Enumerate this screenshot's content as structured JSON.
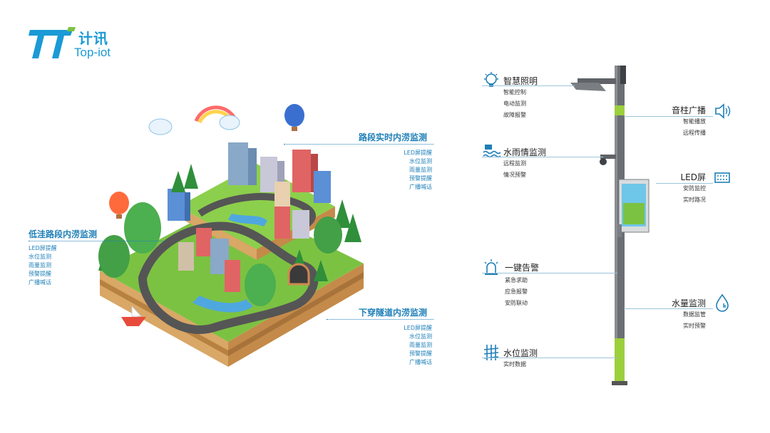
{
  "brand": {
    "name_cn": "计讯",
    "name_en": "Top-iot"
  },
  "callouts": {
    "road": {
      "title": "路段实时内涝监测",
      "items": [
        "LED屏提醒",
        "水位监测",
        "雨量监测",
        "预警提醒",
        "广播喊话"
      ]
    },
    "low": {
      "title": "低洼路段内涝监测",
      "items": [
        "LED屏提醒",
        "水位监测",
        "雨量监测",
        "预警提醒",
        "广播喊话"
      ]
    },
    "tunnel": {
      "title": "下穿隧道内涝监测",
      "items": [
        "LED屏提醒",
        "水位监测",
        "雨量监测",
        "预警提醒",
        "广播喊话"
      ]
    }
  },
  "features_left": [
    {
      "title": "智慧照明",
      "items": [
        "智能控制",
        "电动监测",
        "故障报警"
      ],
      "icon": "bulb-icon"
    },
    {
      "title": "水雨情监测",
      "items": [
        "远程监测",
        "情况预警"
      ],
      "icon": "water-rain-icon"
    },
    {
      "title": "一键告警",
      "items": [
        "紧急求助",
        "应急报警",
        "安防联动"
      ],
      "icon": "alarm-light-icon"
    },
    {
      "title": "水位监测",
      "items": [
        "实时数据"
      ],
      "icon": "water-level-icon"
    }
  ],
  "features_right": [
    {
      "title": "音柱广播",
      "items": [
        "智能播放",
        "远程传播"
      ],
      "icon": "speaker-icon"
    },
    {
      "title": "LED屏",
      "items": [
        "安防监控",
        "实时路况"
      ],
      "icon": "led-screen-icon"
    },
    {
      "title": "水量监测",
      "items": [
        "数据监管",
        "实时预警"
      ],
      "icon": "water-drop-icon"
    }
  ],
  "colors": {
    "accent": "#1e7fb8",
    "grass": "#7cc242",
    "pole": "#6b6f73",
    "pole_band": "#9ccf3c"
  }
}
